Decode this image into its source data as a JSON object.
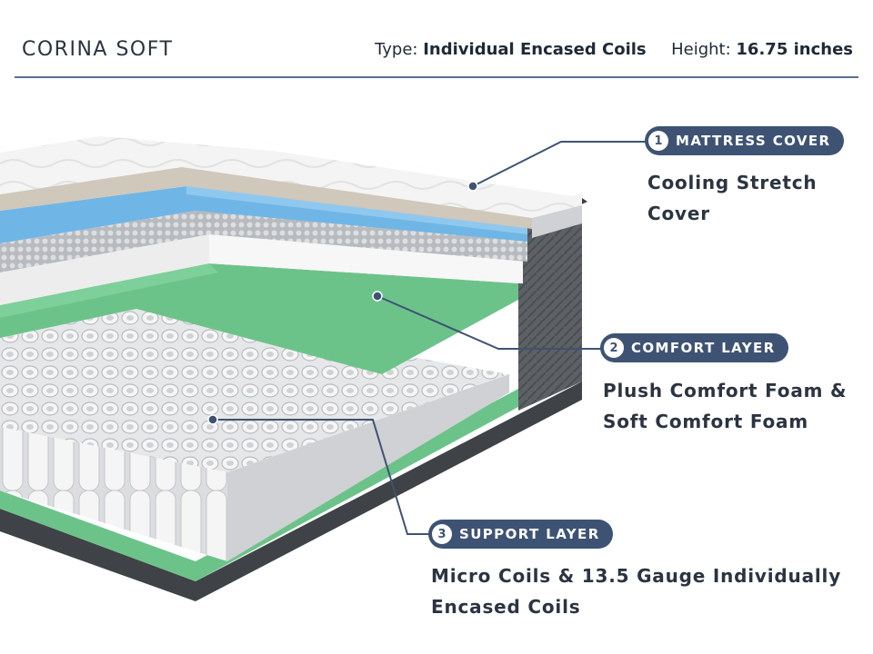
{
  "header": {
    "brand": "CORINA SOFT",
    "type_label": "Type:",
    "type_value": "Individual Encased Coils",
    "height_label": "Height:",
    "height_value": "16.75 inches"
  },
  "layers": [
    {
      "number": "1",
      "title": "MATTRESS COVER",
      "desc_line1": "Cooling Stretch",
      "desc_line2": "Cover"
    },
    {
      "number": "2",
      "title": "COMFORT LAYER",
      "desc_line1": "Plush Comfort Foam &",
      "desc_line2": "Soft Comfort Foam"
    },
    {
      "number": "3",
      "title": "SUPPORT LAYER",
      "desc_line1": "Micro Coils & 13.5 Gauge Individually",
      "desc_line2": "Encased Coils"
    }
  ],
  "colors": {
    "accent": "#3e5373",
    "cover": "#f3f3f3",
    "beige_foam": "#cfc8bb",
    "blue_foam": "#6fb6e6",
    "micro_coils": "#bfc2c6",
    "white_foam": "#ececec",
    "green_foam": "#6cc38a",
    "dark_fabric": "#5b5e62",
    "base": "#4a4d51"
  }
}
